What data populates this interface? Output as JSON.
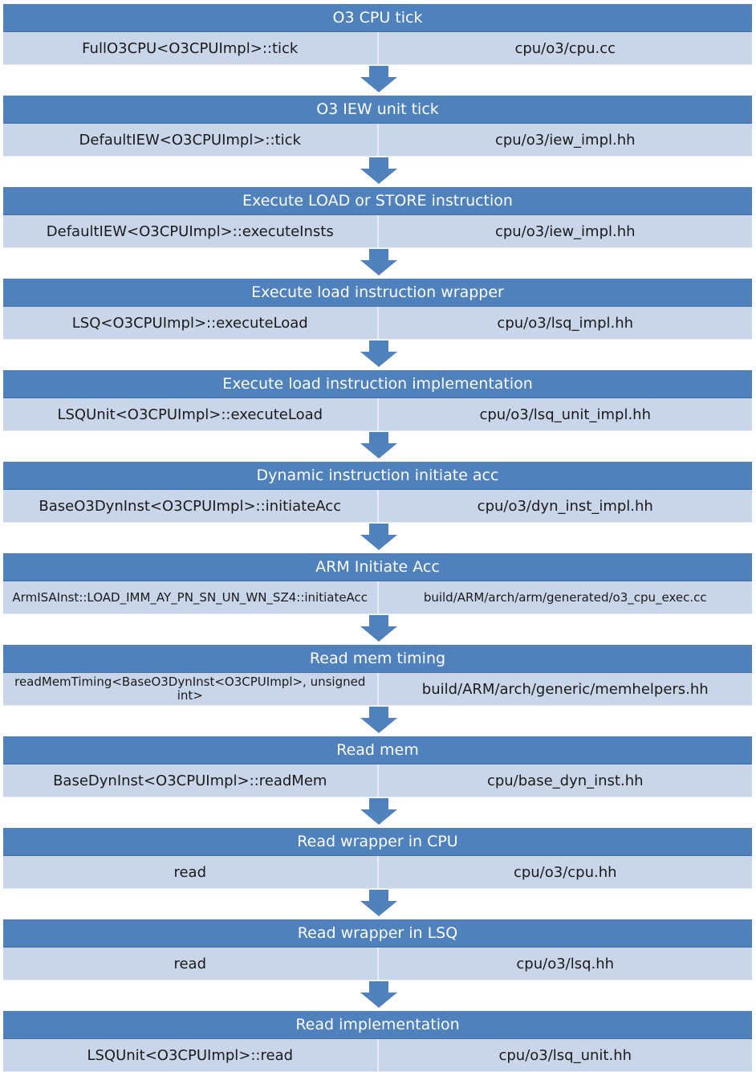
{
  "steps": [
    {
      "title": "O3 CPU tick",
      "function": "FullO3CPU<O3CPUImpl>::tick",
      "file": "cpu/o3/cpu.cc"
    },
    {
      "title": "O3 IEW unit tick",
      "function": "DefaultIEW<O3CPUImpl>::tick",
      "file": "cpu/o3/iew_impl.hh"
    },
    {
      "title": "Execute LOAD or STORE instruction",
      "function": "DefaultIEW<O3CPUImpl>::executeInsts",
      "file": "cpu/o3/iew_impl.hh"
    },
    {
      "title": "Execute load instruction wrapper",
      "function": "LSQ<O3CPUImpl>::executeLoad",
      "file": "cpu/o3/lsq_impl.hh"
    },
    {
      "title": "Execute load instruction implementation",
      "function": "LSQUnit<O3CPUImpl>::executeLoad",
      "file": "cpu/o3/lsq_unit_impl.hh"
    },
    {
      "title": "Dynamic instruction initiate acc",
      "function": "BaseO3DynInst<O3CPUImpl>::initiateAcc",
      "file": "cpu/o3/dyn_inst_impl.hh"
    },
    {
      "title": "ARM Initiate Acc",
      "function": "ArmISAInst::LOAD_IMM_AY_PN_SN_UN_WN_SZ4::initiateAcc",
      "file": "build/ARM/arch/arm/generated/o3_cpu_exec.cc"
    },
    {
      "title": "Read mem timing",
      "function": "readMemTiming<BaseO3DynInst<O3CPUImpl>, unsigned int>",
      "file": "build/ARM/arch/generic/memhelpers.hh"
    },
    {
      "title": "Read mem",
      "function": "BaseDynInst<O3CPUImpl>::readMem",
      "file": "cpu/base_dyn_inst.hh"
    },
    {
      "title": "Read wrapper in CPU",
      "function": "read",
      "file": "cpu/o3/cpu.hh"
    },
    {
      "title": "Read wrapper in LSQ",
      "function": "read",
      "file": "cpu/o3/lsq.hh"
    },
    {
      "title": "Read implementation",
      "function": "LSQUnit<O3CPUImpl>::read",
      "file": "cpu/o3/lsq_unit.hh"
    }
  ],
  "colors": {
    "header": "#4f81bd",
    "row": "#c9d6ea",
    "arrow": "#4f81bd"
  }
}
